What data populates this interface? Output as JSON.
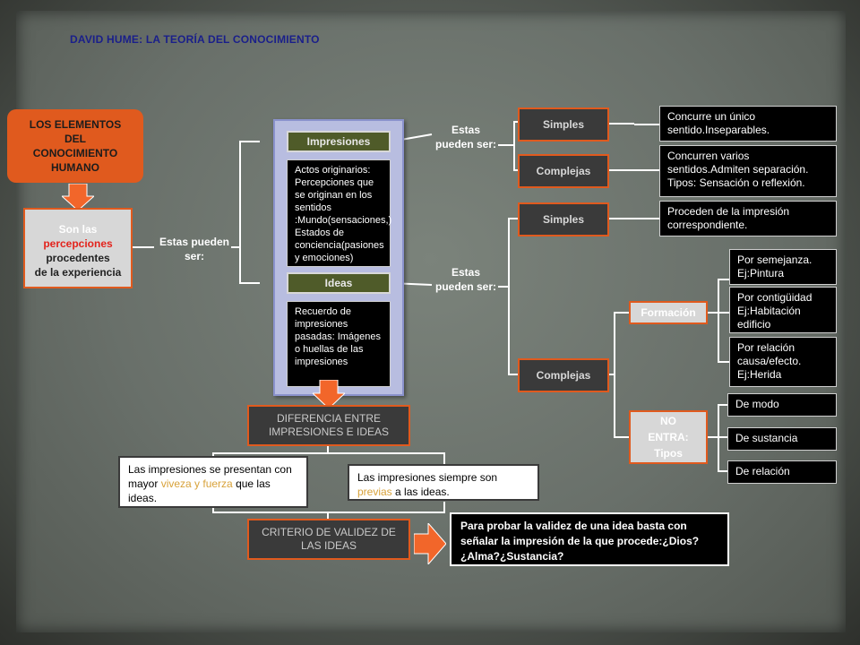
{
  "title": "DAVID HUME: LA TEORÍA DEL CONOCIMIENTO",
  "elementos": "LOS ELEMENTOS DEL CONOCIMIENTO HUMANO",
  "percepciones": {
    "pre": "Son las",
    "highlight": "percepciones",
    "post1": "procedentes",
    "post2": "de la experiencia"
  },
  "estas_pueden_ser": "Estas pueden ser:",
  "impresiones": "Impresiones",
  "impresiones_desc": "Actos originarios: Percepciones que se originan en los sentidos :Mundo(sensaciones,) Estados de conciencia(pasiones y emociones)",
  "ideas": "Ideas",
  "ideas_desc": "Recuerdo de impresiones pasadas: Imágenes o huellas de las impresiones",
  "estas_pueden_ser_top": "Estas pueden ser:",
  "estas_pueden_ser_mid": "Estas pueden ser:",
  "simples": "Simples",
  "complejas": "Complejas",
  "simples_imp_desc": "Concurre un único sentido.Inseparables.",
  "complejas_imp_desc": "Concurren varios sentidos.Admiten separación. Tipos: Sensación o reflexión.",
  "simples_idea_desc": "Proceden de la impresión correspondiente.",
  "formacion": "Formación",
  "por_semejanza": "Por semejanza. Ej:Pintura",
  "por_contiguidad": "Por contigüidad Ej:Habitación edificio",
  "por_relacion": "Por relación causa/efecto. Ej:Herida",
  "no_entra": "NO ENTRA: Tipos",
  "de_modo": "De modo",
  "de_sustancia": "De sustancia",
  "de_relacion": "De relación",
  "diferencia": "DIFERENCIA ENTRE IMPRESIONES E IDEAS",
  "dif_left": {
    "a": "Las impresiones se presentan con mayor ",
    "hl": "viveza y fuerza",
    "b": " que las ideas."
  },
  "dif_right": {
    "a": "Las impresiones siempre son ",
    "hl": "previas",
    "b": " a las ideas."
  },
  "criterio": "CRITERIO DE VALIDEZ DE LAS IDEAS",
  "criterio_desc": "Para probar la validez de una idea basta con señalar la impresión de la que procede:¿Dios?¿Alma?¿Sustancia?",
  "colors": {
    "orange": "#e05a1e",
    "dark_box": "#3a3a3a",
    "green": "#4f5b29",
    "title_blue": "#1a1f8a",
    "highlight": "#d8a23a"
  }
}
